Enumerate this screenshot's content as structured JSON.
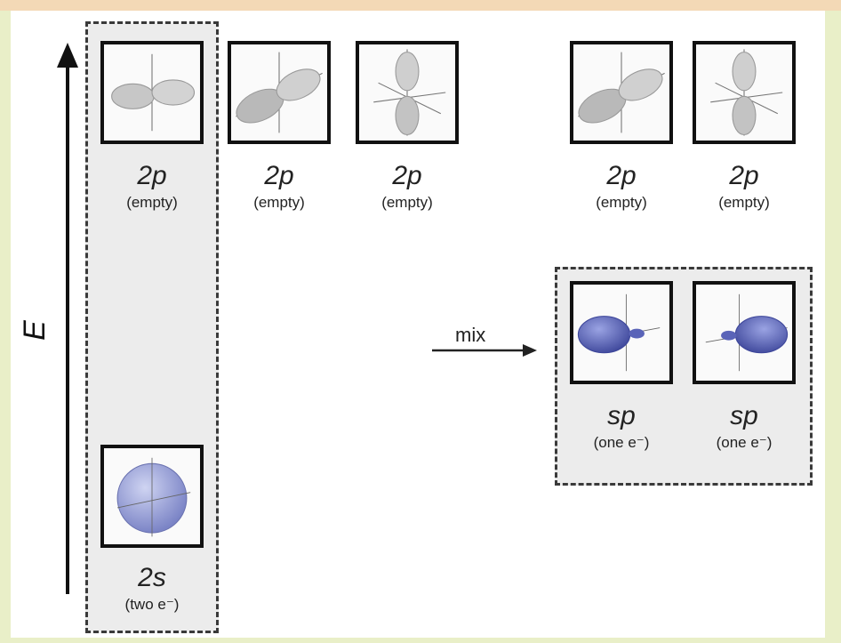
{
  "axis": {
    "energy_label": "E"
  },
  "mix": {
    "label": "mix"
  },
  "orbitals_left": [
    {
      "name": "2p",
      "occupancy": "(empty)"
    },
    {
      "name": "2p",
      "occupancy": "(empty)"
    },
    {
      "name": "2p",
      "occupancy": "(empty)"
    },
    {
      "name": "2s",
      "occupancy": "(two e⁻)"
    }
  ],
  "orbitals_right": [
    {
      "name": "2p",
      "occupancy": "(empty)"
    },
    {
      "name": "2p",
      "occupancy": "(empty)"
    }
  ],
  "hybrids": [
    {
      "name": "sp",
      "occupancy": "(one e⁻)"
    },
    {
      "name": "sp",
      "occupancy": "(one e⁻)"
    }
  ],
  "colors": {
    "p_lobe": "#bfbfbf",
    "s_sphere": "#8e97d6",
    "sp_lobe": "#5560b8",
    "border": "#111111"
  }
}
